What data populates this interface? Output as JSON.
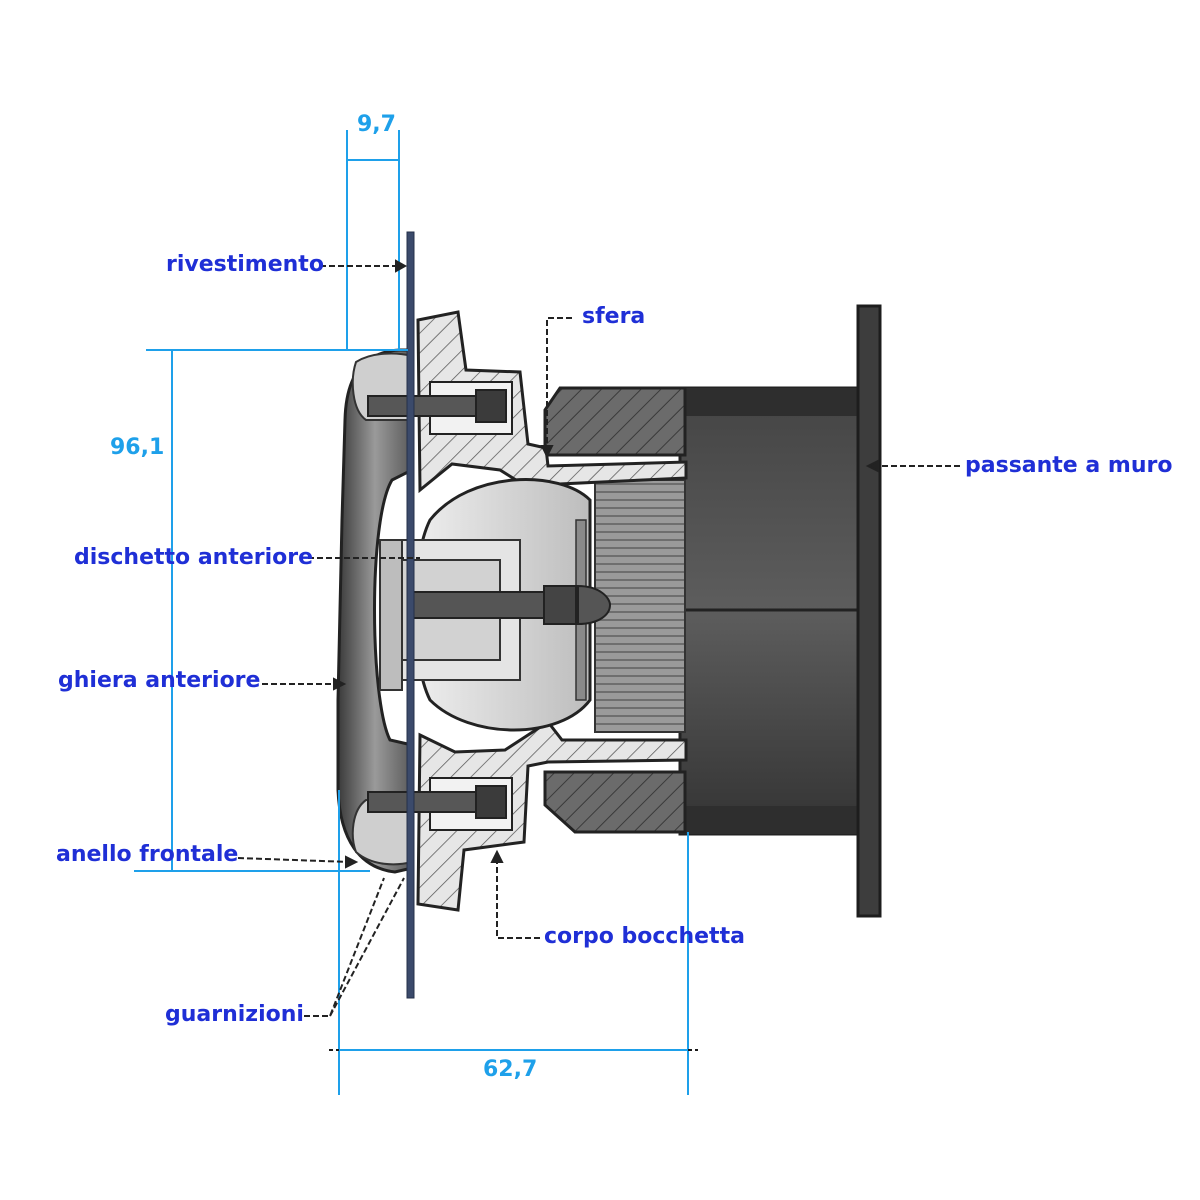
{
  "colors": {
    "label_text": "#1f2fd6",
    "dimension_line": "#1ea0ea",
    "dimension_text": "#1ea0ea",
    "body_dark": "#4a4a4a",
    "body_mid": "#7a7a7a",
    "body_light": "#d8d8d8",
    "pointer": "#222222"
  },
  "labels": {
    "rivestimento": "rivestimento",
    "sfera": "sfera",
    "passante_a_muro": "passante a muro",
    "dischetto_anteriore": "dischetto anteriore",
    "ghiera_anteriore": "ghiera anteriore",
    "anello_frontale": "anello frontale",
    "corpo_bocchetta": "corpo bocchetta",
    "guarnizioni": "guarnizioni"
  },
  "dimensions": {
    "top_thickness": "9,7",
    "height": "96,1",
    "depth": "62,7"
  }
}
